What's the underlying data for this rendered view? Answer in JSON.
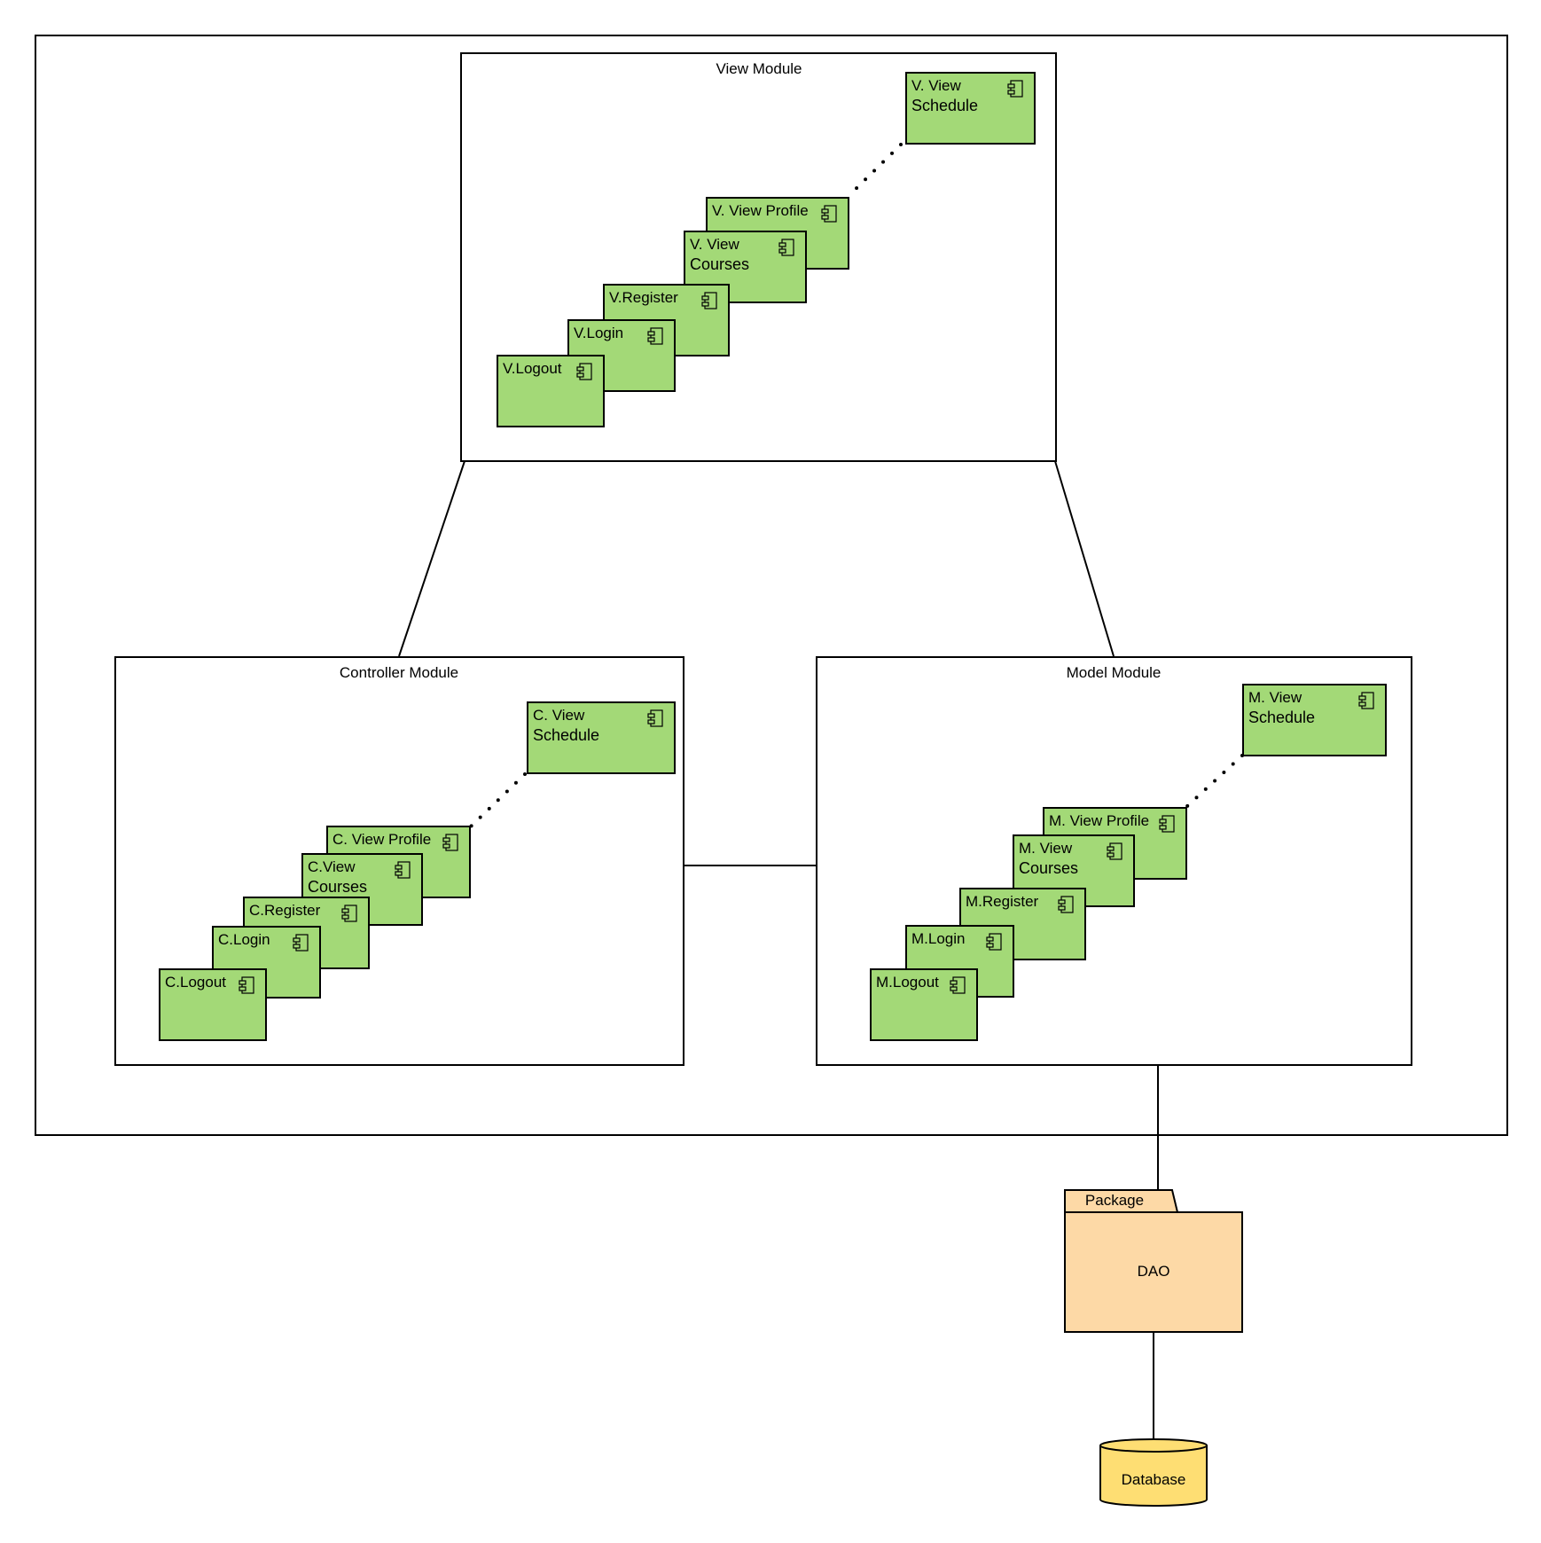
{
  "colors": {
    "component_fill": "#a3d977",
    "package_fill": "#fdd9a6",
    "database_fill": "#fede73",
    "stroke": "#000000"
  },
  "modules": {
    "view": {
      "title": "View Module",
      "components": [
        {
          "lines": [
            "V. View",
            "Schedule"
          ]
        },
        {
          "lines": [
            "V. View Profile"
          ]
        },
        {
          "lines": [
            "V. View",
            "Courses"
          ]
        },
        {
          "lines": [
            "V.Register"
          ]
        },
        {
          "lines": [
            "V.Login"
          ]
        },
        {
          "lines": [
            "V.Logout"
          ]
        }
      ]
    },
    "controller": {
      "title": "Controller Module",
      "components": [
        {
          "lines": [
            "C. View",
            "Schedule"
          ]
        },
        {
          "lines": [
            "C. View Profile"
          ]
        },
        {
          "lines": [
            "C.View",
            "Courses"
          ]
        },
        {
          "lines": [
            "C.Register"
          ]
        },
        {
          "lines": [
            "C.Login"
          ]
        },
        {
          "lines": [
            "C.Logout"
          ]
        }
      ]
    },
    "model": {
      "title": "Model Module",
      "components": [
        {
          "lines": [
            "M. View",
            "Schedule"
          ]
        },
        {
          "lines": [
            "M. View Profile"
          ]
        },
        {
          "lines": [
            "M. View",
            "Courses"
          ]
        },
        {
          "lines": [
            "M.Register"
          ]
        },
        {
          "lines": [
            "M.Login"
          ]
        },
        {
          "lines": [
            "M.Logout"
          ]
        }
      ]
    }
  },
  "package": {
    "tab_label": "Package",
    "name": "DAO"
  },
  "database": {
    "label": "Database"
  },
  "component_icon": "uml-component-icon"
}
